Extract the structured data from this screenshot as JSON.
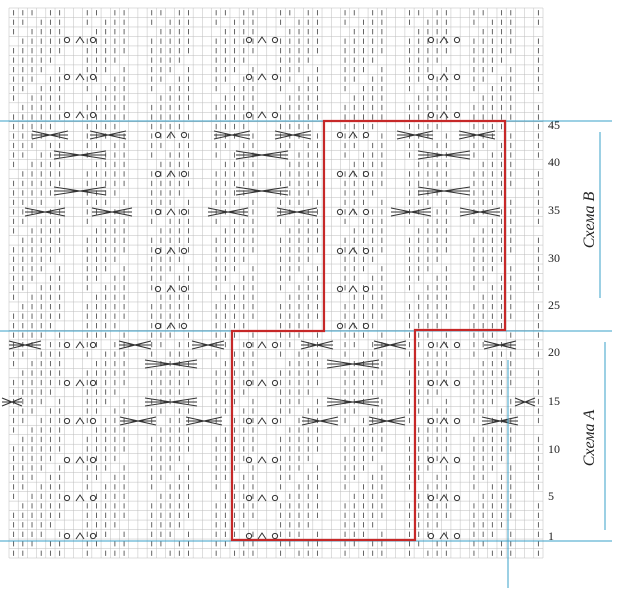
{
  "row_numbers": [
    "45",
    "40",
    "35",
    "30",
    "25",
    "20",
    "15",
    "10",
    "5",
    "1"
  ],
  "scheme_b": {
    "label": "Схема В",
    "from_row": 24,
    "to_row": 45
  },
  "scheme_a": {
    "label": "Схема А",
    "from_row": 1,
    "to_row": 22
  },
  "symbols": {
    "yarn_over": "o",
    "decrease": "^",
    "knit": "|",
    "cable_cross": "⨯"
  },
  "colors": {
    "grid": "#bdbdbd",
    "cell_mark": "#555555",
    "repeat_outline": "#c62828",
    "guide_line": "#3aa0c8"
  }
}
